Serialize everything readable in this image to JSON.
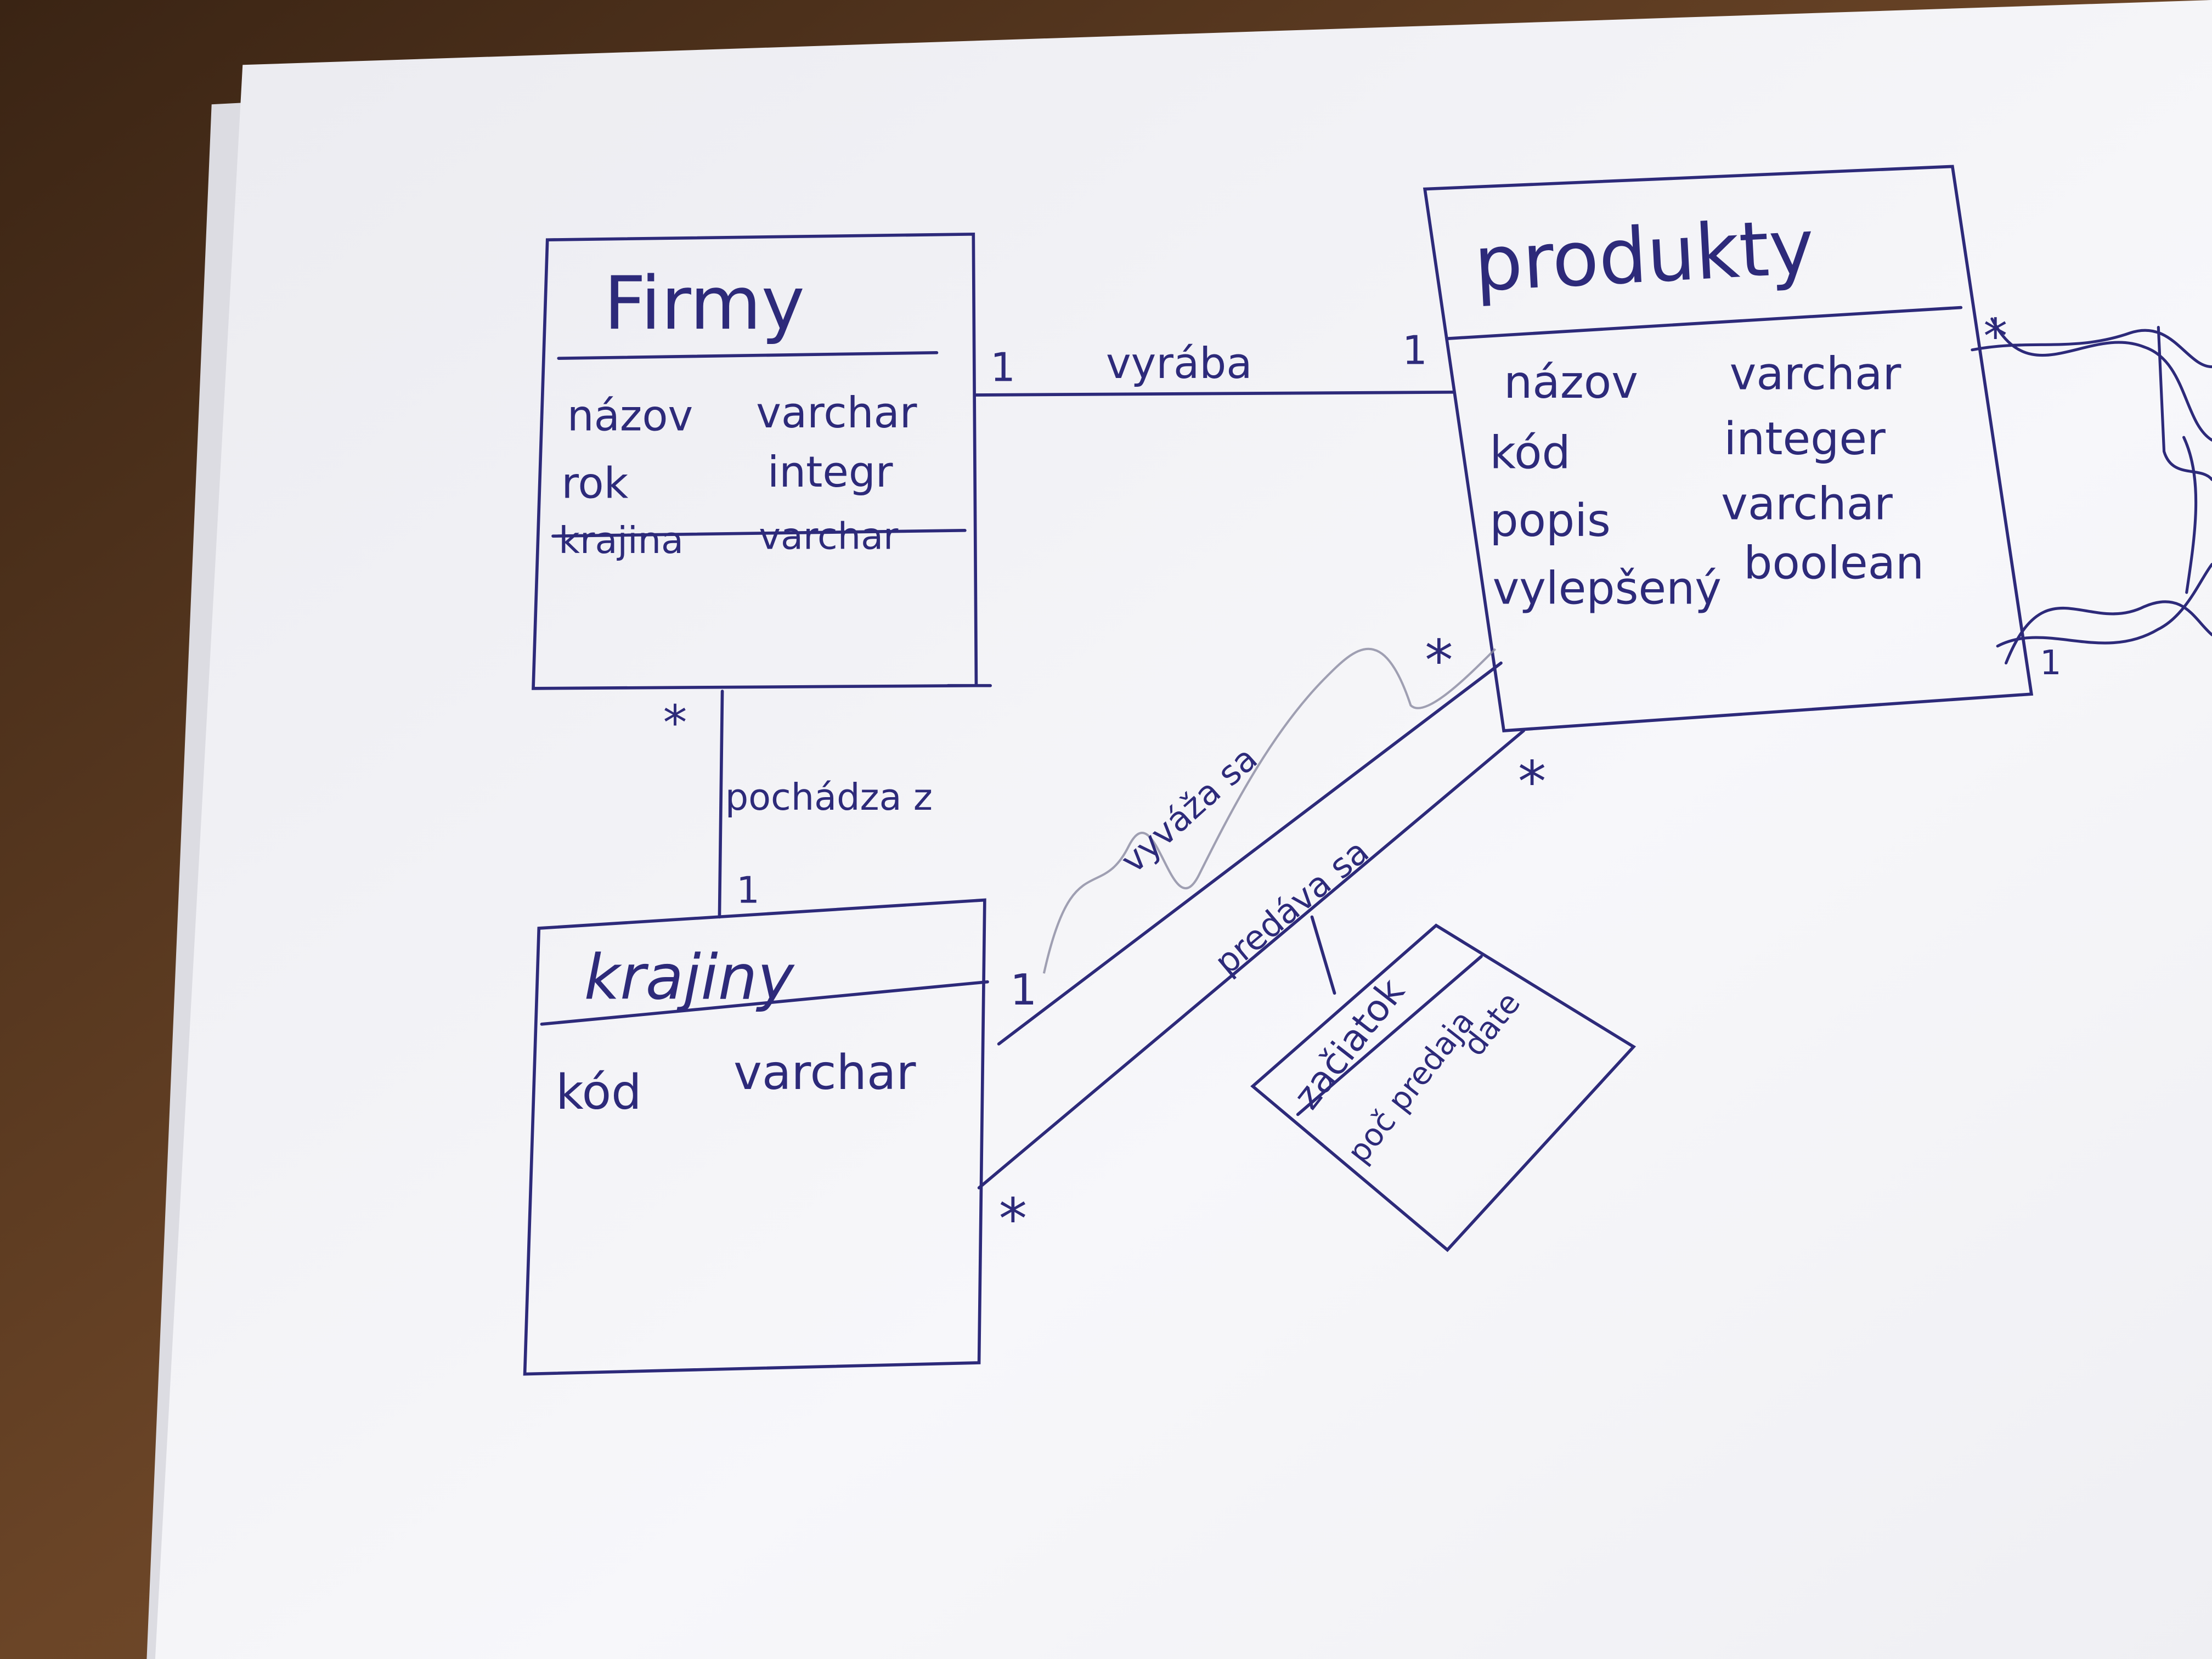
{
  "entities": {
    "firmy": {
      "title": "Firmy",
      "attributes": [
        {
          "name": "názov",
          "type": "varchar"
        },
        {
          "name": "rok",
          "type": "integr"
        },
        {
          "name": "krajina",
          "type": "varchar"
        }
      ]
    },
    "produkty": {
      "title": "produkty",
      "attributes": [
        {
          "name": "názov",
          "type": "varchar"
        },
        {
          "name": "kód",
          "type": "integer"
        },
        {
          "name": "popis",
          "type": "varchar"
        },
        {
          "name": "vylepšený",
          "type": "boolean"
        }
      ]
    },
    "krajiny": {
      "title": "krajiny",
      "attributes": [
        {
          "name": "kód",
          "type": "varchar"
        }
      ]
    },
    "zaciatok": {
      "title": "začiatok",
      "attributes": [
        {
          "name": "poč predaja",
          "type": "date"
        }
      ]
    }
  },
  "relations": {
    "vyraba": {
      "label": "vyrába",
      "left": "1",
      "right": "1"
    },
    "pochadza": {
      "label": "pochádza z",
      "top": "*",
      "bottom": "1"
    },
    "vyvaza": {
      "label": "vyváža sa",
      "top": "*",
      "bottom": "1"
    },
    "predava": {
      "label": "predáva sa",
      "top": "*",
      "bottom": "*"
    },
    "self": {
      "top": "*",
      "bottom": "1"
    }
  },
  "colors": {
    "ink": "#2d2a7a",
    "paper": "#f4f4f7",
    "wood": "#5a3a22"
  }
}
